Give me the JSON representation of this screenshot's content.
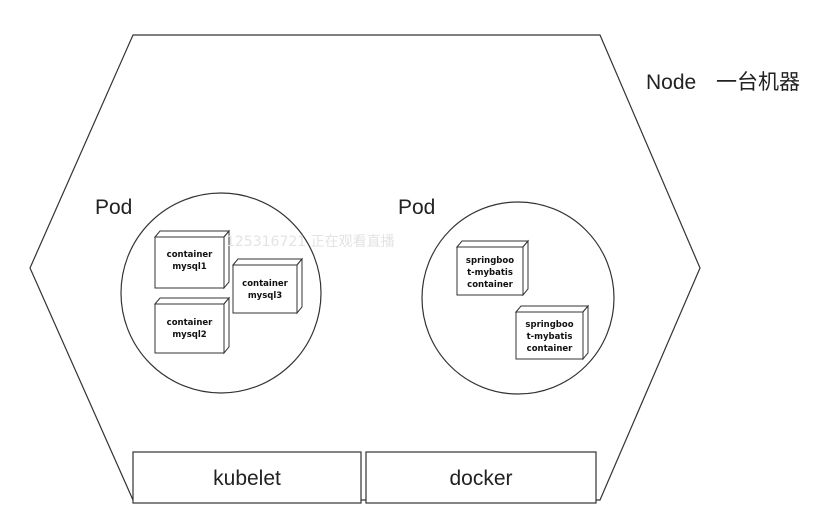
{
  "node": {
    "label": "Node",
    "note": "一台机器"
  },
  "pods": [
    {
      "label": "Pod",
      "containers": [
        {
          "line1": "container",
          "line2": "mysql1"
        },
        {
          "line1": "container",
          "line2": "mysql3"
        },
        {
          "line1": "container",
          "line2": "mysql2"
        }
      ]
    },
    {
      "label": "Pod",
      "containers": [
        {
          "line1": "springboo",
          "line2": "t-mybatis",
          "line3": "container"
        },
        {
          "line1": "springboo",
          "line2": "t-mybatis",
          "line3": "container"
        }
      ]
    }
  ],
  "components": {
    "kubelet": "kubelet",
    "docker": "docker"
  },
  "watermark": "125316721 正在观看直播",
  "colors": {
    "stroke": "#333333",
    "background": "#ffffff",
    "text": "#222222"
  }
}
